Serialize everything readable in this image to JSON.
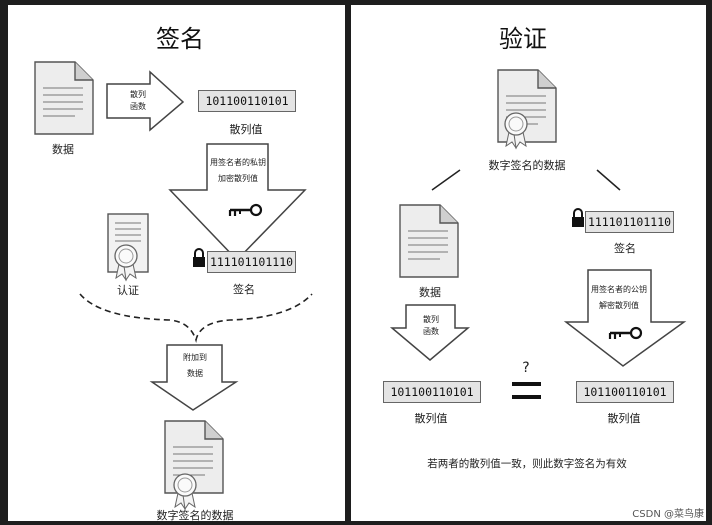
{
  "left": {
    "title": "签名",
    "data_label": "数据",
    "hash_func_label_1": "散列",
    "hash_func_label_2": "函数",
    "hash_value": "101100110101",
    "hash_value_label": "散列值",
    "encrypt_label_1": "用签名者的私钥",
    "encrypt_label_2": "加密散列值",
    "certificate_label": "认证",
    "signature_value": "111101101110",
    "signature_label": "签名",
    "attach_label_1": "附加到",
    "attach_label_2": "数据",
    "result_label": "数字签名的数据"
  },
  "right": {
    "title": "验证",
    "signed_data_label": "数字签名的数据",
    "data_label": "数据",
    "signature_value": "111101101110",
    "signature_label": "签名",
    "hash_func_label_1": "散列",
    "hash_func_label_2": "函数",
    "decrypt_label_1": "用签名者的公钥",
    "decrypt_label_2": "解密散列值",
    "hash_value_left": "101100110101",
    "hash_value_left_label": "散列值",
    "hash_value_right": "101100110101",
    "hash_value_right_label": "散列值",
    "question": "?",
    "conclusion": "若两者的散列值一致，则此数字签名为有效"
  },
  "watermark": "CSDN @菜鸟康",
  "colors": {
    "background": "#1e1e1e",
    "panel": "#ffffff",
    "hash_box": "#e4e4e4"
  }
}
